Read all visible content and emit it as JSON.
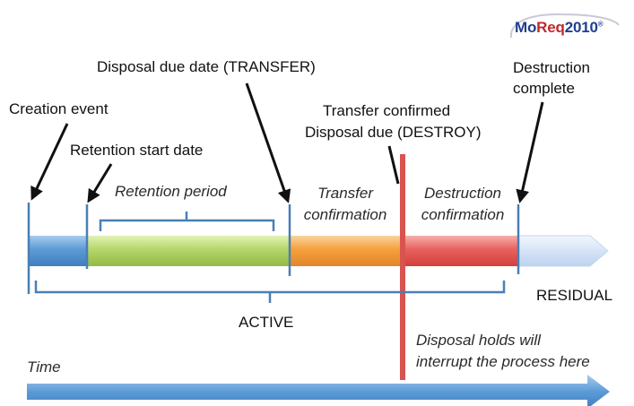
{
  "logo": {
    "text_part1": "Mo",
    "text_part2": "Req",
    "text_part3": "2010",
    "mark": "®",
    "colors": {
      "part1": "#1f3f8f",
      "part2": "#c0282d",
      "part3": "#1f3f8f"
    }
  },
  "labels": {
    "creation_event": "Creation event",
    "retention_start": "Retention start date",
    "disposal_due_transfer": "Disposal due date (TRANSFER)",
    "transfer_confirmed": "Transfer confirmed",
    "disposal_due_destroy": "Disposal due (DESTROY)",
    "destruction_complete_1": "Destruction",
    "destruction_complete_2": "complete",
    "retention_period": "Retention period",
    "transfer_confirmation_1": "Transfer",
    "transfer_confirmation_2": "confirmation",
    "destruction_confirmation_1": "Destruction",
    "destruction_confirmation_2": "confirmation",
    "active": "ACTIVE",
    "residual": "RESIDUAL",
    "holds_1": "Disposal holds will",
    "holds_2": "interrupt the process here",
    "time": "Time"
  },
  "colors": {
    "blue": "#5b9bd5",
    "green": "#b5d66a",
    "orange": "#f4a03c",
    "red": "#e8605c",
    "residual": "#d6e4f7",
    "hold_line": "#d9534f",
    "marker": "#4a7fb5"
  }
}
